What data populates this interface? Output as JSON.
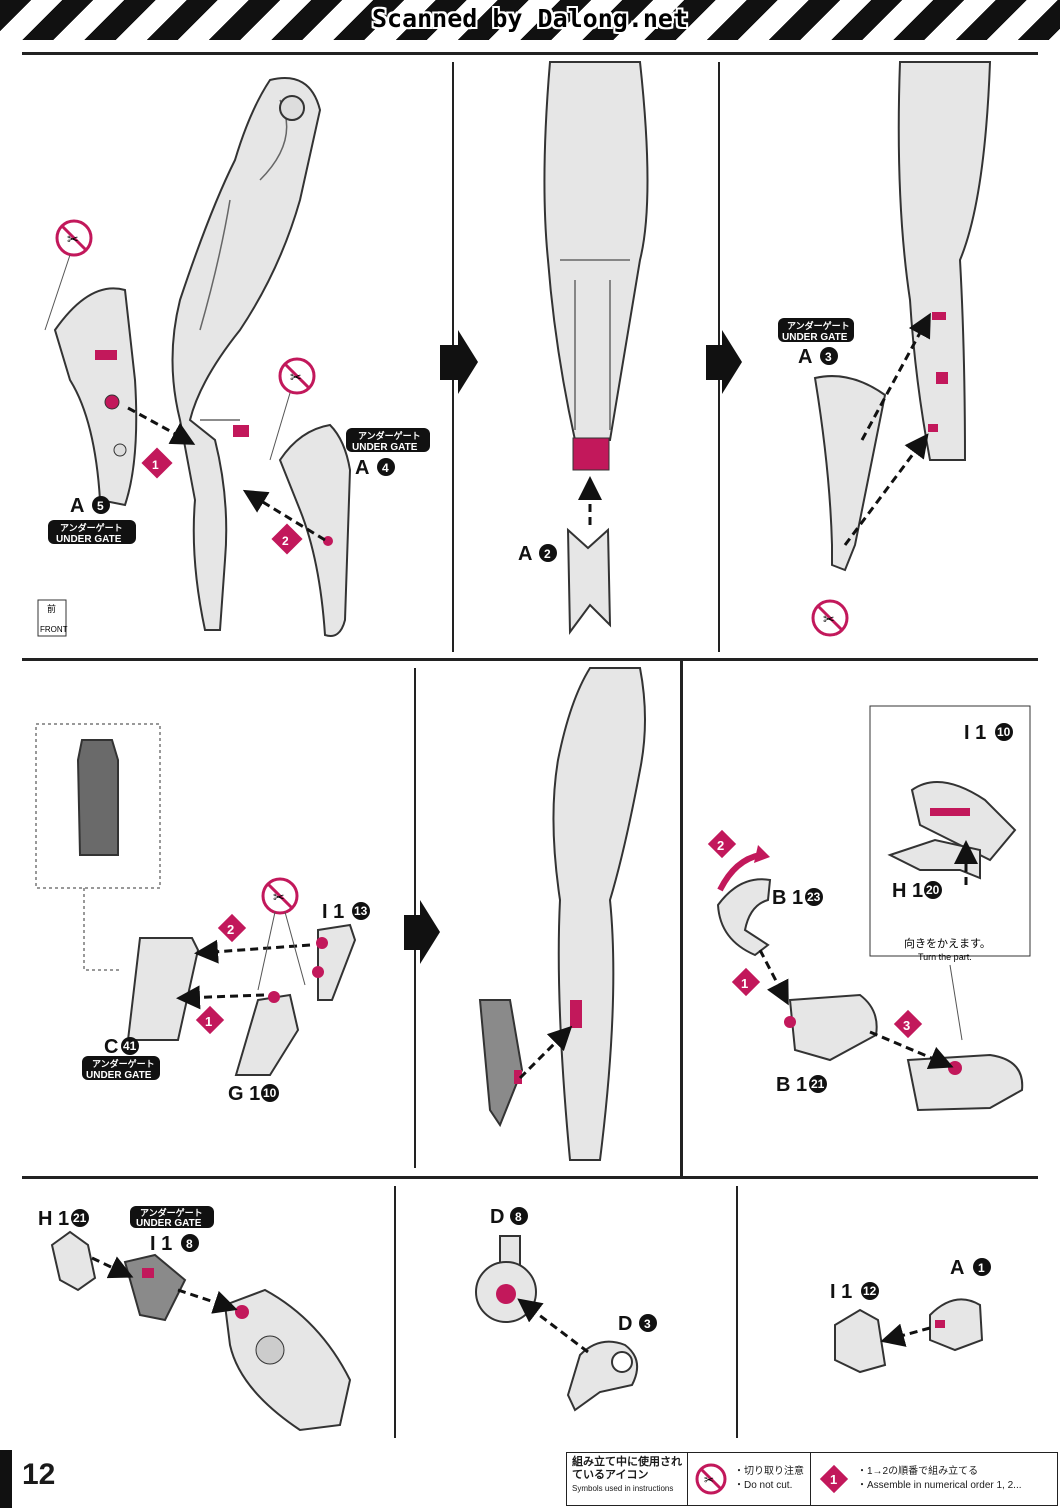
{
  "header": {
    "scan_credit": "Scanned by Dalong.net"
  },
  "page": {
    "number": "12"
  },
  "panels": {
    "step1": {
      "parts": [
        "A5",
        "A4"
      ],
      "under_gate_jp": "アンダーゲート",
      "under_gate_en": "UNDER GATE",
      "front_jp": "前",
      "front_en": "FRONT",
      "steps": [
        "1",
        "2"
      ]
    },
    "step2": {
      "parts": [
        "A2"
      ]
    },
    "step3": {
      "parts": [
        "A3"
      ],
      "under_gate_jp": "アンダーゲート",
      "under_gate_en": "UNDER GATE"
    },
    "step4": {
      "parts": [
        "I1",
        "C",
        "G1"
      ],
      "part_labels": {
        "i1": "I 1",
        "i1_num": "13",
        "c": "C",
        "c_num": "41",
        "g1": "G 1",
        "g1_num": "10"
      },
      "under_gate_jp": "アンダーゲート",
      "under_gate_en": "UNDER GATE",
      "steps": [
        "2",
        "1"
      ]
    },
    "step6": {
      "part_labels": {
        "i1": "I 1",
        "i1_num": "10",
        "h1": "H 1",
        "h1_num": "20",
        "b1a": "B 1",
        "b1a_num": "23",
        "b1b": "B 1",
        "b1b_num": "21"
      },
      "note_jp": "向きをかえます。",
      "note_en": "Turn the part.",
      "steps": [
        "2",
        "1",
        "3"
      ]
    },
    "step7": {
      "part_labels": {
        "h1": "H 1",
        "h1_num": "21",
        "i1": "I 1",
        "i1_num": "8"
      },
      "under_gate_jp": "アンダーゲート",
      "under_gate_en": "UNDER GATE"
    },
    "step8": {
      "part_labels": {
        "d8": "D",
        "d8_num": "8",
        "d3": "D",
        "d3_num": "3"
      }
    },
    "step9": {
      "part_labels": {
        "a1": "A",
        "a1_num": "1",
        "i1": "I 1",
        "i1_num": "12"
      }
    }
  },
  "footer": {
    "icons_title_jp": "組み立て中に使用されているアイコン",
    "icons_title_en": "Symbols used in instructions",
    "do_not_cut_jp": "・切り取り注意",
    "do_not_cut_en": "・Do not cut.",
    "order_jp": "・1→2の順番で組み立てる",
    "order_en": "・Assemble in numerical order 1, 2..."
  },
  "colors": {
    "accent": "#c2185b",
    "ink": "#1a1a1a",
    "part_fill": "#e6e6e6",
    "part_stroke": "#333333"
  }
}
